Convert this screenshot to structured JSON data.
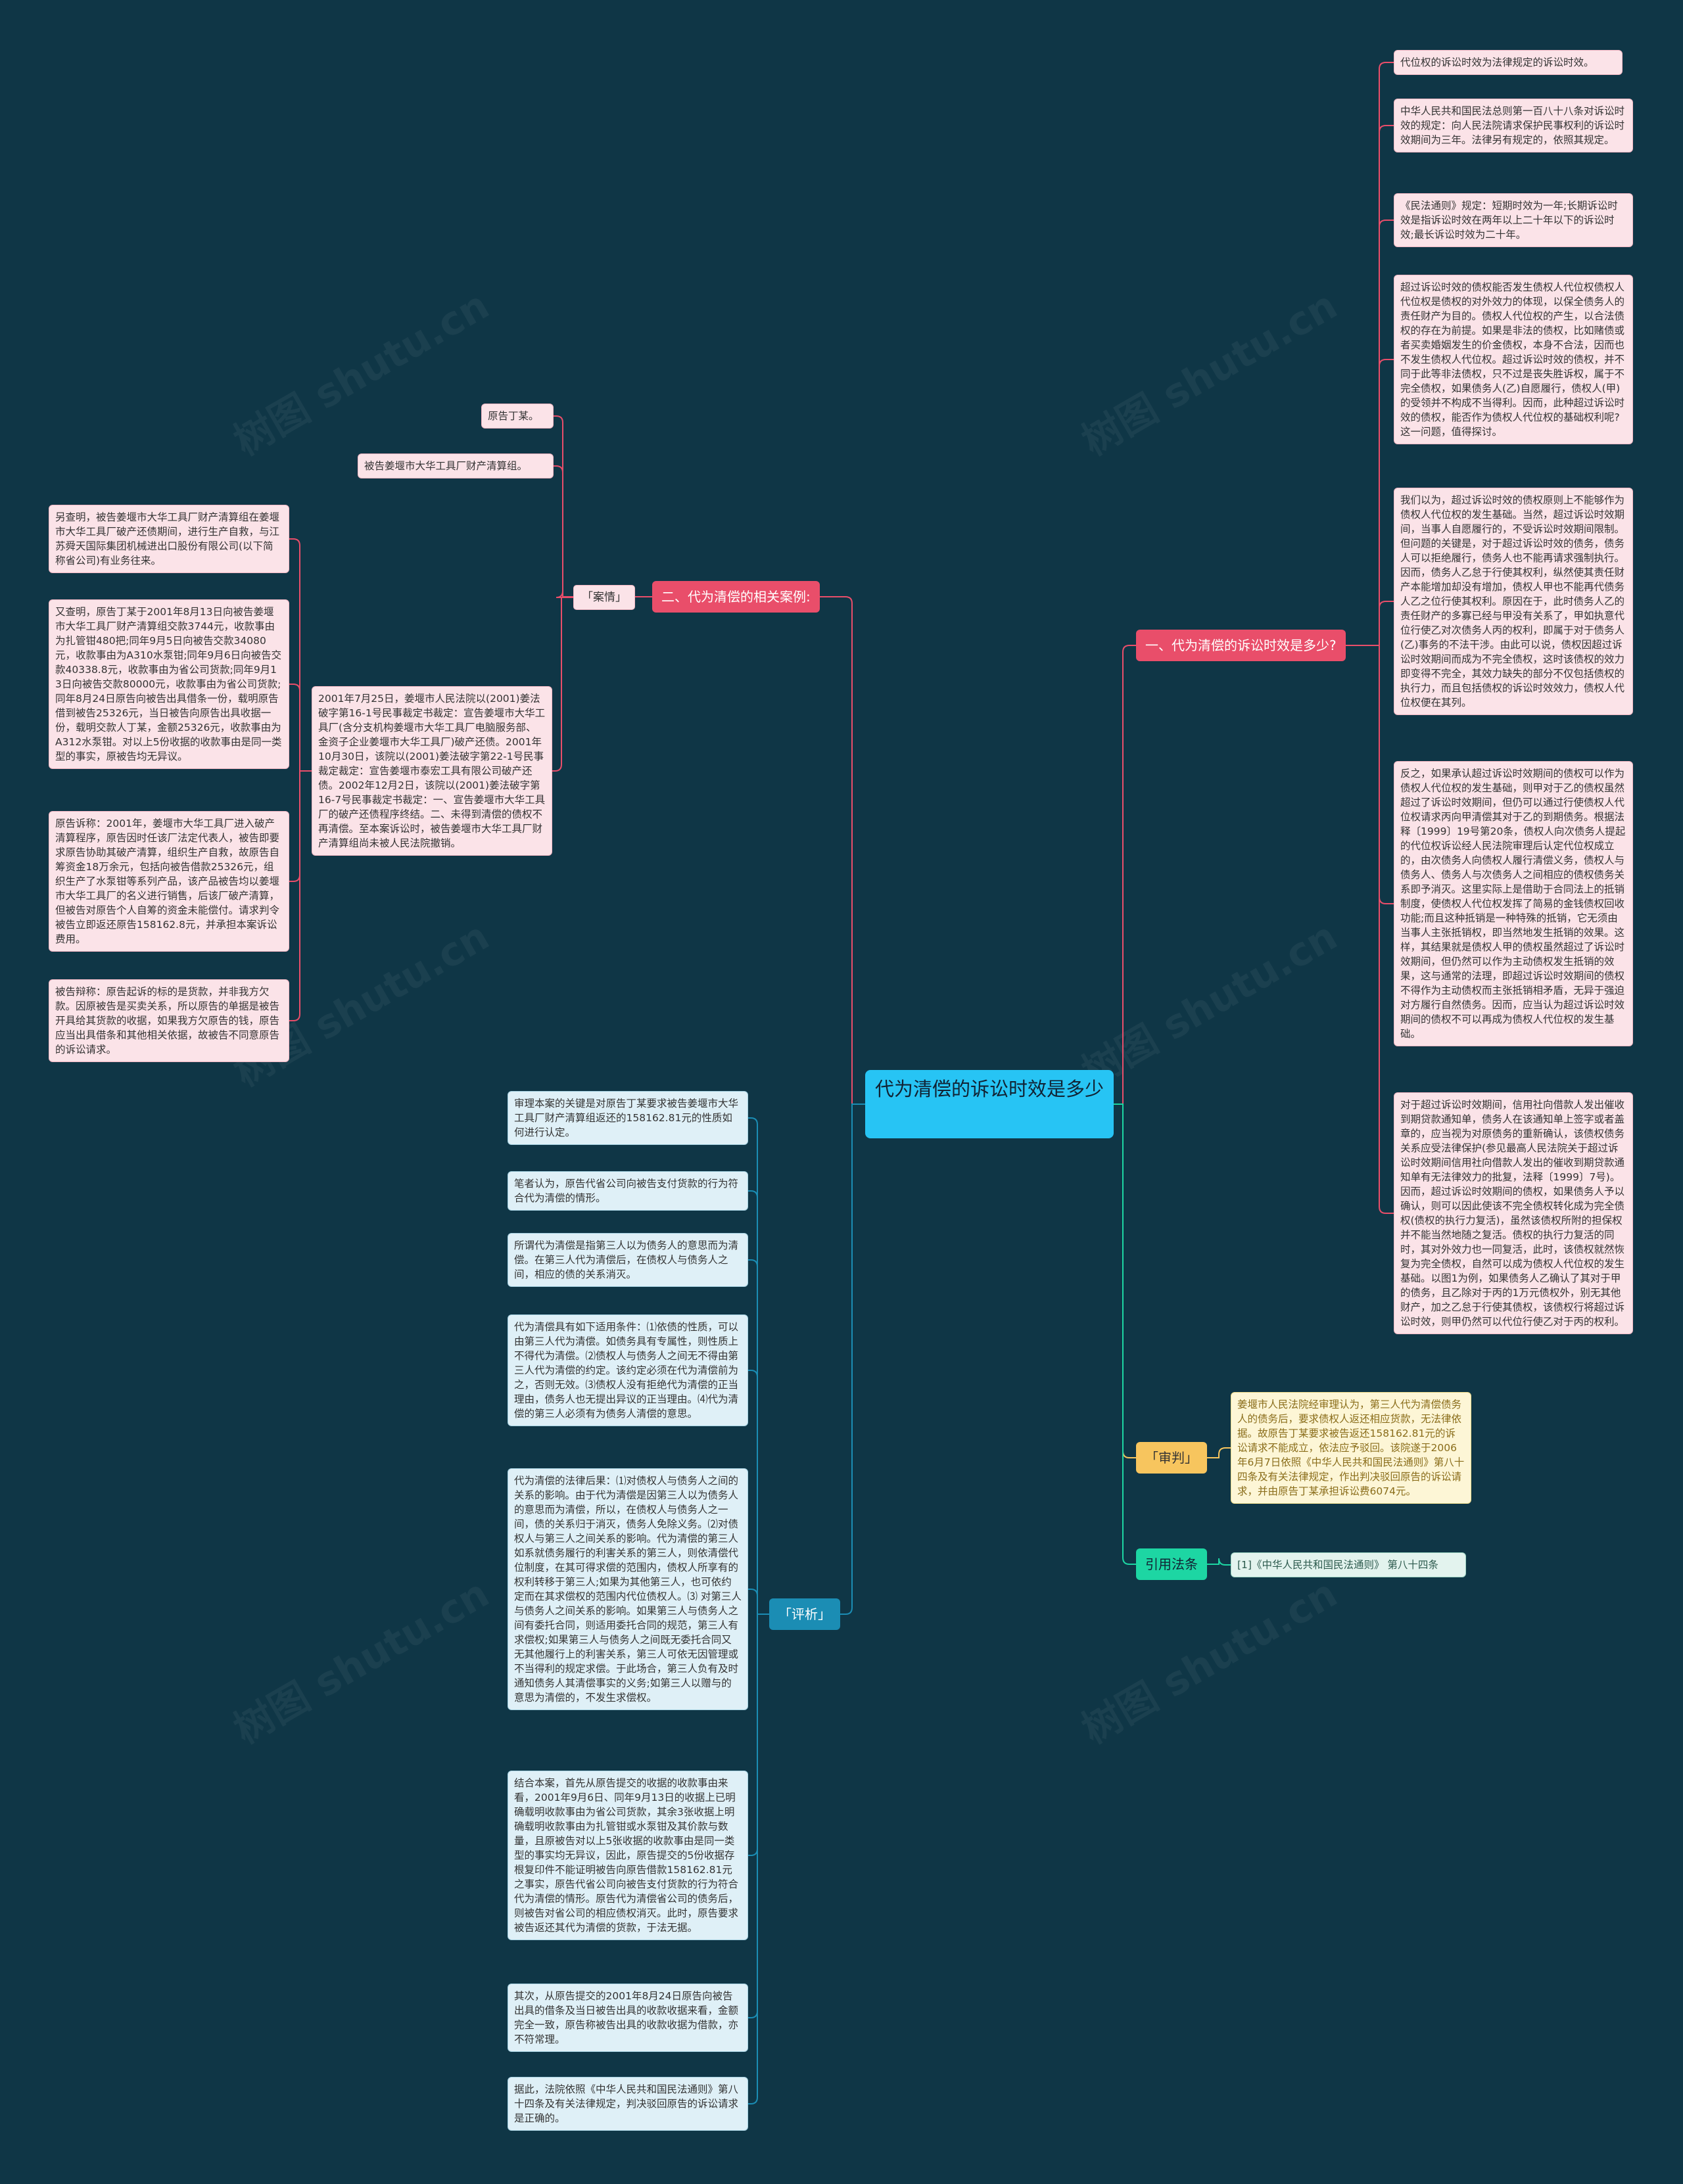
{
  "center": "代为清偿的诉讼时效是多少",
  "branches": {
    "q1": "一、代为清偿的诉讼时效是多少?",
    "q2": "二、代为清偿的相关案例:",
    "judgement": "「审判」",
    "law": "引用法条",
    "analysis": "「评析」",
    "case_tag": "「案情」"
  },
  "q1_notes": [
    "代位权的诉讼时效为法律规定的诉讼时效。",
    "中华人民共和国民法总则第一百八十八条对诉讼时效的规定：向人民法院请求保护民事权利的诉讼时效期间为三年。法律另有规定的，依照其规定。",
    "《民法通则》规定：短期时效为一年;长期诉讼时效是指诉讼时效在两年以上二十年以下的诉讼时效;最长诉讼时效为二十年。",
    "超过诉讼时效的债权能否发生债权人代位权债权人代位权是债权的对外效力的体现，以保全债务人的责任财产为目的。债权人代位权的产生，以合法债权的存在为前提。如果是非法的债权，比如赌债或者买卖婚姻发生的价金债权，本身不合法，因而也不发生债权人代位权。超过诉讼时效的债权，并不同于此等非法债权，只不过是丧失胜诉权，属于不完全债权，如果债务人(乙)自愿履行，债权人(甲)的受领并不构成不当得利。因而，此种超过诉讼时效的债权，能否作为债权人代位权的基础权利呢?这一问题，值得探讨。",
    "我们以为，超过诉讼时效的债权原则上不能够作为债权人代位权的发生基础。当然，超过诉讼时效期间，当事人自愿履行的，不受诉讼时效期间限制。但问题的关键是，对于超过诉讼时效的债务，债务人可以拒绝履行，债务人也不能再请求强制执行。因而，债务人乙怠于行使其权利，纵然使其责任财产本能增加却没有增加，债权人甲也不能再代债务人乙之位行使其权利。原因在于，此时债务人乙的责任财产的多寡已经与甲没有关系了，甲如执意代位行使乙对次债务人丙的权利，即属于对于债务人(乙)事务的不法干涉。由此可以说，债权因超过诉讼时效期间而成为不完全债权，这时该债权的效力即变得不完全，其效力缺失的部分不仅包括债权的执行力，而且包括债权的诉讼时效效力，债权人代位权便在其列。",
    "反之，如果承认超过诉讼时效期间的债权可以作为债权人代位权的发生基础，则甲对于乙的债权虽然超过了诉讼时效期间，但仍可以通过行使债权人代位权请求丙向甲清偿其对于乙的到期债务。根据法释〔1999〕19号第20条，债权人向次债务人提起的代位权诉讼经人民法院审理后认定代位权成立的，由次债务人向债权人履行清偿义务，债权人与债务人、债务人与次债务人之间相应的债权债务关系即予消灭。这里实际上是借助于合同法上的抵销制度，使债权人代位权发挥了简易的金钱债权回收功能;而且这种抵销是一种特殊的抵销，它无须由当事人主张抵销权，即当然地发生抵销的效果。这样，其结果就是债权人甲的债权虽然超过了诉讼时效期间，但仍然可以作为主动债权发生抵销的效果，这与通常的法理，即超过诉讼时效期间的债权不得作为主动债权而主张抵销相矛盾，无异于强迫对方履行自然债务。因而，应当认为超过诉讼时效期间的债权不可以再成为债权人代位权的发生基础。",
    "对于超过诉讼时效期间，信用社向借款人发出催收到期贷款通知单，债务人在该通知单上签字或者盖章的，应当视为对原债务的重新确认，该债权债务关系应受法律保护(参见最高人民法院关于超过诉讼时效期间信用社向借款人发出的催收到期贷款通知单有无法律效力的批复，法释〔1999〕7号)。因而，超过诉讼时效期间的债权，如果债务人予以确认，则可以因此使该不完全债权转化成为完全债权(债权的执行力复活)，虽然该债权所附的担保权并不能当然地随之复活。债权的执行力复活的同时，其对外效力也一同复活，此时，该债权就然恢复为完全债权，自然可以成为债权人代位权的发生基础。以图1为例，如果债务人乙确认了其对于甲的债务，且乙除对于丙的1万元债权外，别无其他财产，加之乙怠于行使其债权，该债权行将超过诉讼时效，则甲仍然可以代位行使乙对于丙的权利。"
  ],
  "judgement_text": "姜堰市人民法院经审理认为，第三人代为清偿债务人的债务后，要求债权人返还相应货款，无法律依据。故原告丁某要求被告返还158162.81元的诉讼请求不能成立，依法应予驳回。该院遂于2006 年6月7日依照《中华人民共和国民法通则》第八十四条及有关法律规定，作出判决驳回原告的诉讼请求，并由原告丁某承担诉讼费6074元。",
  "law_text": "[1]《中华人民共和国民法通则》 第八十四条",
  "analysis_notes": [
    "审理本案的关键是对原告丁某要求被告姜堰市大华工具厂财产清算组返还的158162.81元的性质如何进行认定。",
    "笔者认为，原告代省公司向被告支付货款的行为符合代为清偿的情形。",
    "所谓代为清偿是指第三人以为债务人的意思而为清偿。在第三人代为清偿后，在债权人与债务人之间，相应的债的关系消灭。",
    "代为清偿具有如下适用条件：⑴依债的性质，可以由第三人代为清偿。如债务具有专属性，则性质上不得代为清偿。⑵债权人与债务人之间无不得由第三人代为清偿的约定。该约定必须在代为清偿前为之，否则无效。⑶债权人没有拒绝代为清偿的正当理由，债务人也无提出异议的正当理由。⑷代为清偿的第三人必须有为债务人清偿的意思。",
    "代为清偿的法律后果：⑴对债权人与债务人之间的关系的影响。由于代为清偿是因第三人以为债务人的意思而为清偿，所以，在债权人与债务人之一间，债的关系归于消灭，债务人免除义务。⑵对债权人与第三人之间关系的影响。代为清偿的第三人如系就债务履行的利害关系的第三人，则依清偿代位制度，在其可得求偿的范围内，债权人所享有的权利转移于第三人;如果为其他第三人，也可依约定而在其求偿权的范围内代位债权人。⑶ 对第三人与债务人之间关系的影响。如果第三人与债务人之间有委托合同，则适用委托合同的规范，第三人有求偿权;如果第三人与债务人之间既无委托合同又无其他履行上的利害关系，第三人可依无因管理或不当得利的规定求偿。于此场合，第三人负有及时通知债务人其清偿事实的义务;如第三人以赠与的意思为清偿的，不发生求偿权。",
    "结合本案，首先从原告提交的收据的收款事由来看，2001年9月6日、同年9月13日的收据上已明确载明收款事由为省公司货款，其余3张收据上明确载明收款事由为扎管钳或水泵钳及其价款与数量，且原被告对以上5张收据的收款事由是同一类型的事实均无异议，因此，原告提交的5份收据存根复印件不能证明被告向原告借款158162.81元之事实，原告代省公司向被告支付货款的行为符合代为清偿的情形。原告代为清偿省公司的债务后，则被告对省公司的相应债权消灭。此时，原告要求被告返还其代为清偿的货款，于法无据。",
    "其次，从原告提交的2001年8月24日原告向被告出具的借条及当日被告出具的收款收据来看，金额完全一致，原告称被告出具的收款收据为借款，亦不符常理。",
    "据此，法院依照《中华人民共和国民法通则》第八十四条及有关法律规定，判决驳回原告的诉讼请求是正确的。"
  ],
  "case_parties": [
    "原告丁某。",
    "被告姜堰市大华工具厂财产清算组。"
  ],
  "case_main": "2001年7月25日，姜堰市人民法院以(2001)姜法破字第16-1号民事裁定书裁定：宣告姜堰市大华工具厂(含分支机构姜堰市大华工具厂电脑服务部、金资子企业姜堰市大华工具厂)破产还债。2001年10月30日，该院以(2001)姜法破字第22-1号民事裁定裁定：宣告姜堰市泰宏工具有限公司破产还债。2002年12月2日，该院以(2001)姜法破字第16-7号民事裁定书裁定：一、宣告姜堰市大华工具厂的破产还债程序终结。二、未得到清偿的债权不再清偿。至本案诉讼时，被告姜堰市大华工具厂财产清算组尚未被人民法院撤销。",
  "case_notes": [
    "另查明，被告姜堰市大华工具厂财产清算组在姜堰市大华工具厂破产还债期间，进行生产自救，与江苏舜天国际集团机械进出口股份有限公司(以下简称省公司)有业务往来。",
    "又查明，原告丁某于2001年8月13日向被告姜堰市大华工具厂财产清算组交款3744元，收款事由为扎管钳480把;同年9月5日向被告交款34080元，收款事由为A310水泵钳;同年9月6日向被告交款40338.8元，收款事由为省公司货款;同年9月13日向被告交款80000元，收款事由为省公司货款;同年8月24日原告向被告出具借条一份，载明原告借到被告25326元，当日被告向原告出具收据一份，载明交款人丁某，金额25326元，收款事由为A312水泵钳。对以上5份收据的收款事由是同一类型的事实，原被告均无异议。",
    "原告诉称：2001年，姜堰市大华工具厂进入破产清算程序，原告因时任该厂法定代表人，被告即要求原告协助其破产清算，组织生产自救，故原告自筹资金18万余元，包括向被告借款25326元，组织生产了水泵钳等系列产品，该产品被告均以姜堰市大华工具厂的名义进行销售，后该厂破产清算，但被告对原告个人自筹的资金未能偿付。请求判令被告立即返还原告158162.8元，并承担本案诉讼费用。",
    "被告辩称：原告起诉的标的是货款，并非我方欠款。因原被告是买卖关系，所以原告的单据是被告开具给其货款的收据，如果我方欠原告的钱，原告应当出具借条和其他相关依据，故被告不同意原告的诉讼请求。"
  ],
  "watermark": "树图 shutu.cn",
  "colors": {
    "background": "#0f3646",
    "center": "#27c4f4",
    "pink_branch": "#e94e6a",
    "judgement_branch": "#f7c55e",
    "law_branch": "#1dd6a3",
    "analysis_branch": "#1b8db4"
  }
}
